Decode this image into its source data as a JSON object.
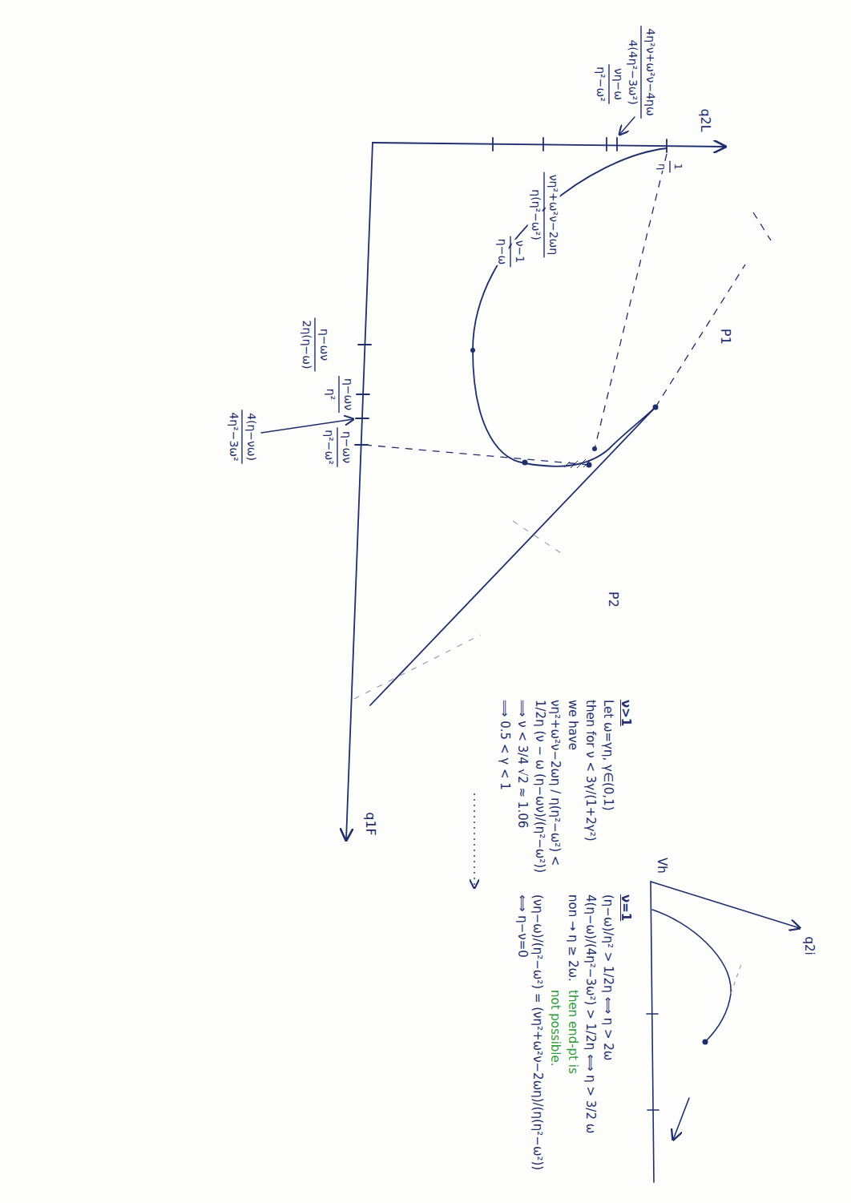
{
  "diagram": {
    "labels": [
      "q2L",
      "1",
      "η",
      "4η²ν+ω²ν−4ηω",
      "4(4η²−3ω²)",
      "νη−ω",
      "η²−ω²",
      "νη²+ω²ν−2ωη",
      "η(η²−ω²)",
      "ν−1",
      "η−ω",
      "η−ων",
      "2η(η−ω)",
      "η−ων",
      "η²",
      "4(η−νω)",
      "4η²−3ω²",
      "η−ων",
      "η²−ω²",
      "P1",
      "P2",
      "q1F",
      "Vh",
      "q2i",
      "ν>1",
      "Let ω=γη, γ∈(0,1)",
      "then for ν < 3γ/(1+2γ²)",
      "we have",
      "νη²+ω²ν−2ωη / η(η²−ω²) < 1/2η (ν − ω (η−ων)/(η²−ω²))",
      "⟹ ν < 3/4 √2 ≈ 1.06",
      "⟹ 0.5 < γ < 1",
      "ν=1",
      "(η−ω)/η² > 1/2η ⟺ η > 2ω",
      "4(η−ω)/(4η²−3ω²) > 1/2η ⟺ η > 3/2 ω",
      "non → η ≥ 2ω.",
      "then end-pt is",
      "not possible.",
      "(νη−ω)/(η²−ω²) = (νη²+ω²ν−2ωη)/(η(η²−ω²)) ⟺ η−ν=0"
    ]
  }
}
